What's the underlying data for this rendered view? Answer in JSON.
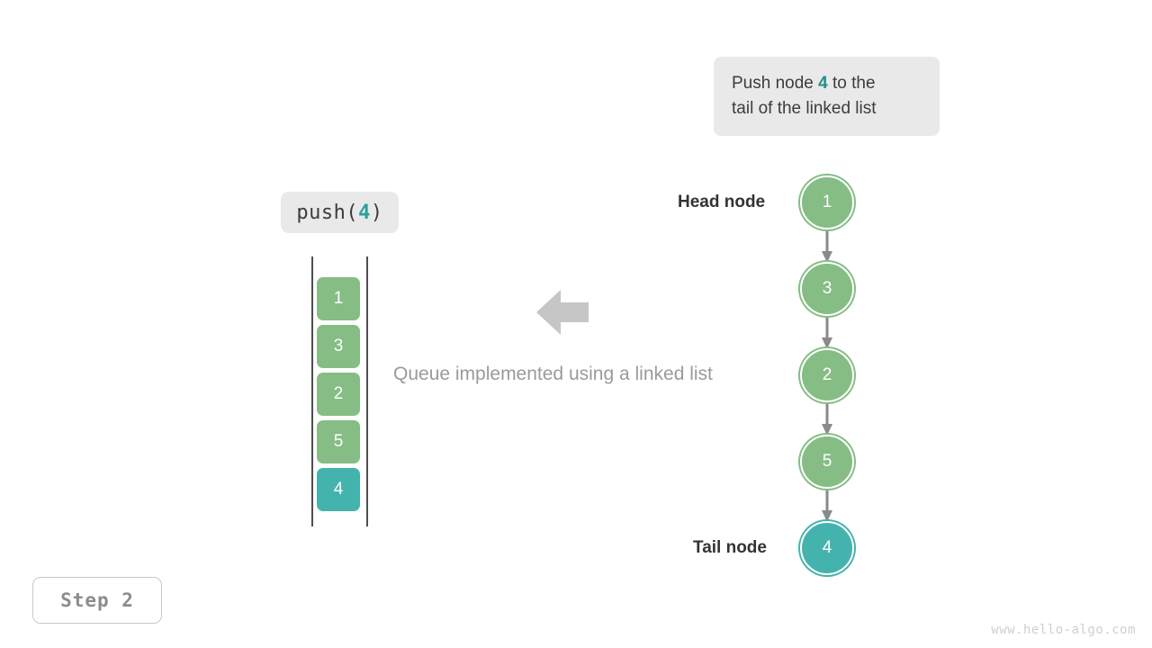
{
  "description": {
    "prefix": "Push node ",
    "highlight": "4",
    "suffix": " to the\ntail of the linked list",
    "line1_prefix": "Push node ",
    "line1_suffix": " to the",
    "line2": "tail of the linked list"
  },
  "operation": {
    "prefix": "push(",
    "argument": "4",
    "suffix": ")"
  },
  "array": {
    "cells": [
      {
        "value": "1",
        "color": "green"
      },
      {
        "value": "3",
        "color": "green"
      },
      {
        "value": "2",
        "color": "green"
      },
      {
        "value": "5",
        "color": "green"
      },
      {
        "value": "4",
        "color": "teal"
      }
    ]
  },
  "caption": "Queue implemented using a linked list",
  "linked_list": {
    "head_label": "Head node",
    "tail_label": "Tail node",
    "nodes": [
      {
        "value": "1",
        "color": "green"
      },
      {
        "value": "3",
        "color": "green"
      },
      {
        "value": "2",
        "color": "green"
      },
      {
        "value": "5",
        "color": "green"
      },
      {
        "value": "4",
        "color": "teal"
      }
    ]
  },
  "step": {
    "label": "Step 2"
  },
  "watermark": "www.hello-algo.com",
  "colors": {
    "green": "#85bd85",
    "teal": "#45b3ad",
    "highlight_text": "#1d9187",
    "chip_background": "#e9e9e9",
    "arrow_gray": "#8a8a8a",
    "block_arrow_gray": "#c6c6c6",
    "caption_gray": "#9a9a9a"
  }
}
